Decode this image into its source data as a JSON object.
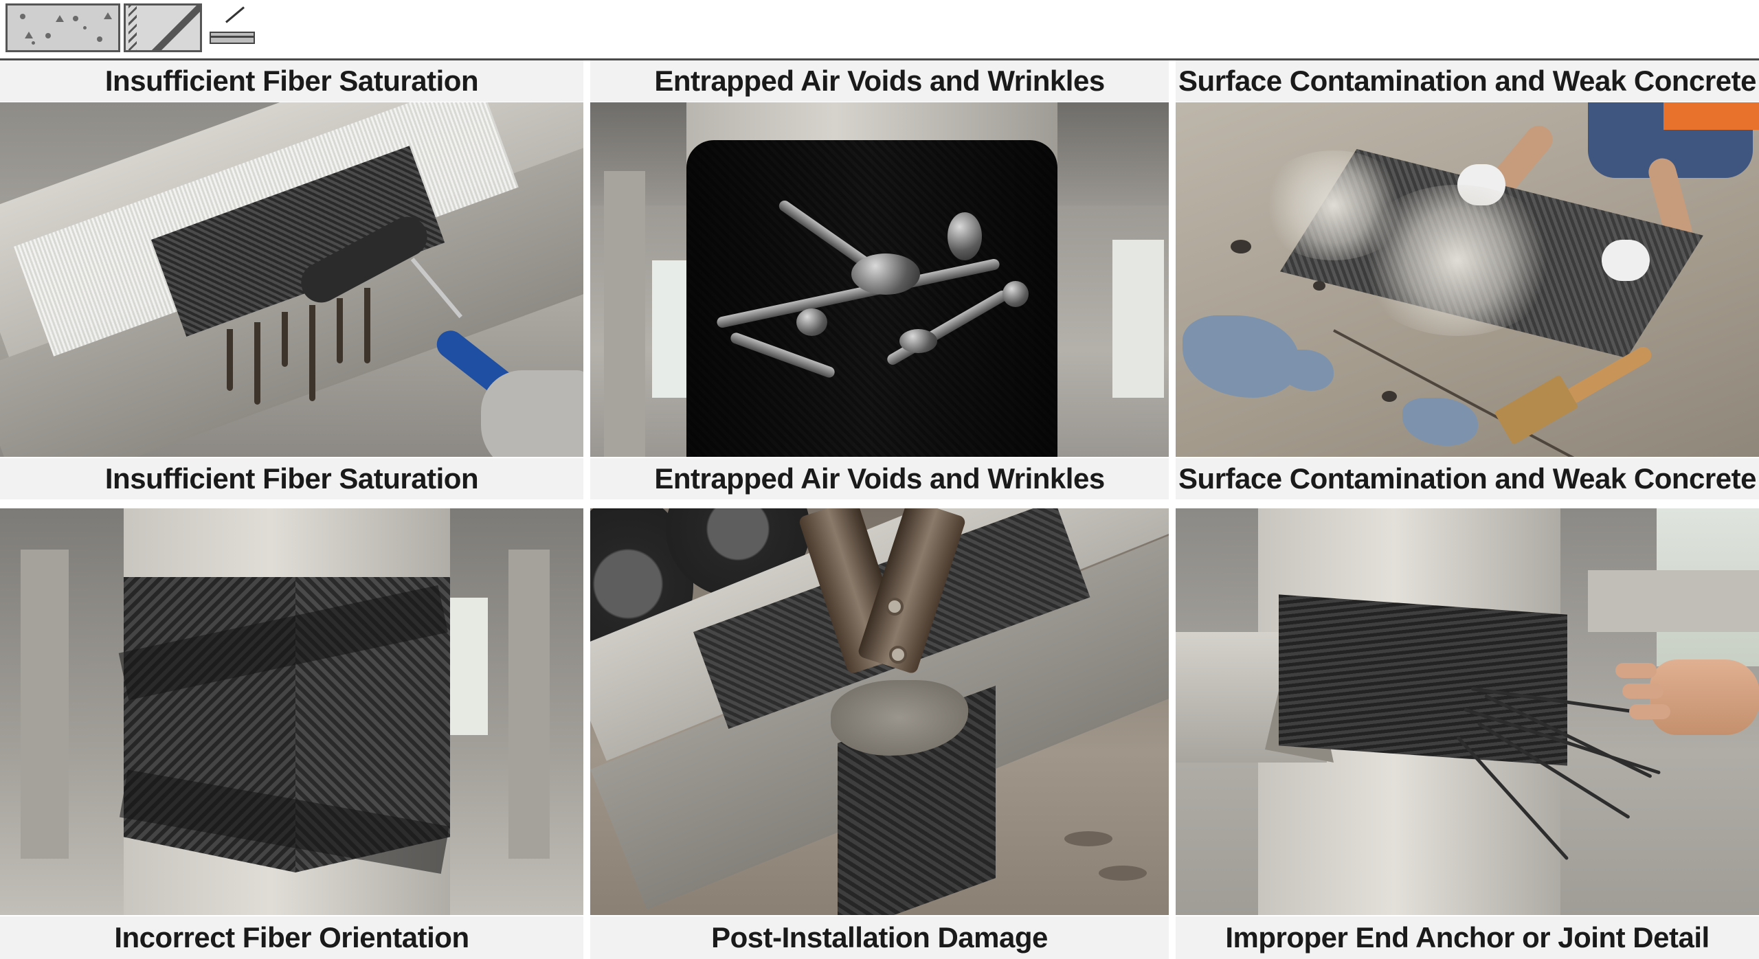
{
  "icons": [
    {
      "name": "concrete-texture-icon"
    },
    {
      "name": "beam-section-icon"
    },
    {
      "name": "cfrp-layer-icon"
    }
  ],
  "panels": [
    {
      "top_label": "Insufficient Fiber Saturation",
      "bottom_label": "Insufficient Fiber Saturation"
    },
    {
      "top_label": "Entrapped Air Voids and Wrinkles",
      "bottom_label": "Entrapped Air Voids and Wrinkles"
    },
    {
      "top_label": "Surface Contamination and Weak Concrete",
      "bottom_label": "Surface Contamination and Weak Concrete"
    },
    {
      "bottom_label": "Incorrect Fiber Orientation"
    },
    {
      "bottom_label": "Post-Installation Damage"
    },
    {
      "bottom_label": "Improper End Anchor or Joint Detail"
    }
  ],
  "colors": {
    "label_background": "#f2f2f2",
    "label_text": "#1a1a1a",
    "divider": "#4a4a4a",
    "roller_handle": "#1f4fa3",
    "safety_vest": "#e8712b",
    "carbon_fiber": "#2c2c2c"
  }
}
